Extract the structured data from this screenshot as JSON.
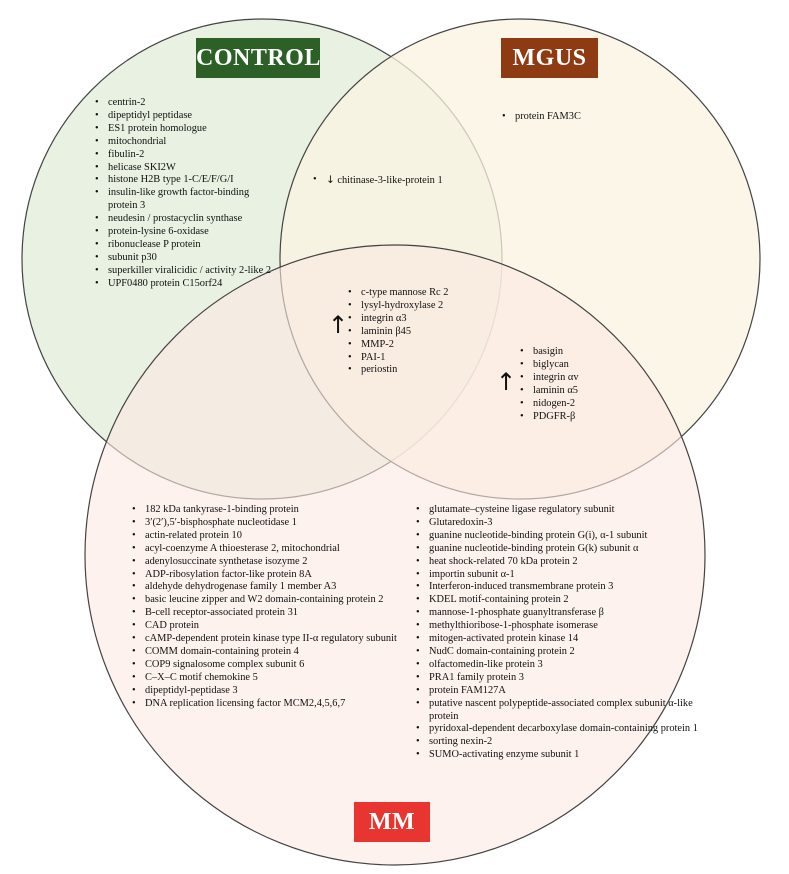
{
  "labels": {
    "control": "CONTROL",
    "mgus": "MGUS",
    "mm": "MM"
  },
  "colors": {
    "control_fill": "#e4eedd",
    "mgus_fill": "#fbf3e1",
    "mm_fill": "#fbe9e2",
    "control_label_bg": "#2c6026",
    "mgus_label_bg": "#8e3a12",
    "mm_label_bg": "#e8352f"
  },
  "arrows": {
    "up": "↑",
    "down": "↓"
  },
  "lists": {
    "control_only": [
      "centrin-2",
      "dipeptidyl peptidase",
      "ES1 protein homologue",
      " mitochondrial",
      "fibulin-2",
      "helicase SKI2W",
      "histone H2B type 1-C/E/F/G/I",
      "insulin-like growth factor-binding protein 3",
      "neudesin  / prostacyclin synthase",
      "protein-lysine 6-oxidase",
      "ribonuclease P protein",
      "subunit p30",
      "superkiller viralicidic / activity 2-like 2",
      "UPF0480 protein C15orf24"
    ],
    "mgus_only": [
      "protein FAM3C"
    ],
    "control_mgus": [
      "chitinase-3-like-protein 1"
    ],
    "all_three": [
      "c-type mannose Rc 2",
      "lysyl-hydroxylase 2",
      "integrin α3",
      "laminin β45",
      "MMP-2",
      "PAI-1",
      "periostin"
    ],
    "mgus_mm": [
      "basigin",
      "biglycan",
      "integrin αv",
      "laminin α5",
      "nidogen-2",
      "PDGFR-β"
    ],
    "mm_left": [
      "182 kDa tankyrase-1-binding protein",
      "3′(2′),5′-bisphosphate nucleotidase 1",
      "actin-related protein 10",
      "acyl-coenzyme A thioesterase 2, mitochondrial",
      "adenylosuccinate synthetase isozyme 2",
      "ADP-ribosylation factor-like protein 8A",
      "aldehyde dehydrogenase family 1 member A3",
      "basic leucine zipper and W2 domain-containing protein 2",
      "B-cell receptor-associated protein 31",
      "CAD protein",
      "cAMP-dependent protein kinase type II-α regulatory subunit",
      "COMM domain-containing protein 4",
      "COP9 signalosome complex subunit 6",
      "C–X–C motif chemokine 5",
      "dipeptidyl-peptidase 3",
      "DNA replication licensing factor MCM2,4,5,6,7"
    ],
    "mm_right": [
      "glutamate–cysteine ligase regulatory subunit",
      "Glutaredoxin-3",
      "guanine nucleotide-binding protein G(i), α-1 subunit",
      "guanine nucleotide-binding protein G(k) subunit α",
      "heat shock-related 70 kDa protein 2",
      "importin subunit α-1",
      "Interferon-induced transmembrane protein 3",
      "KDEL motif-containing protein 2",
      "mannose-1-phosphate guanyltransferase β",
      "methylthioribose-1-phosphate isomerase",
      "mitogen-activated protein kinase 14",
      "NudC domain-containing protein 2",
      "olfactomedin-like protein 3",
      "PRA1 family protein 3",
      "protein FAM127A",
      "putative nascent polypeptide-associated complex subunit α-like protein",
      "pyridoxal-dependent decarboxylase domain-containing protein 1",
      "sorting nexin-2",
      "SUMO-activating enzyme subunit 1"
    ]
  }
}
